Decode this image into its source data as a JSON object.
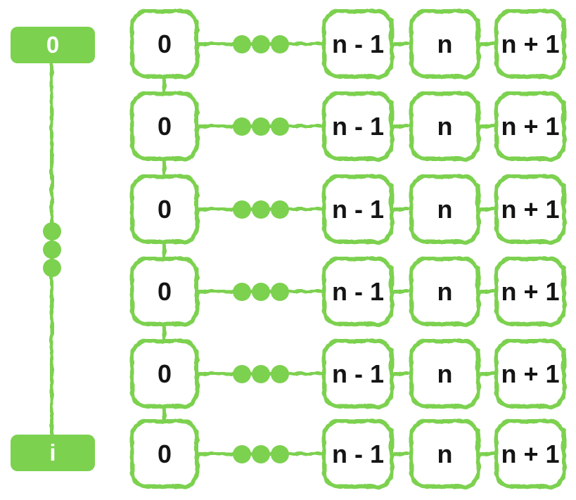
{
  "diagram": {
    "accent_color": "#7cd14f",
    "background_color": "#ffffff",
    "node_text_color": "#141414",
    "left_rail": {
      "top_node_label": "0",
      "bottom_node_label": "i",
      "ellipsis_icon": "vertical-ellipsis"
    },
    "grid": {
      "row_count": 6,
      "ellipsis_icon": "horizontal-ellipsis",
      "rows": [
        {
          "origin_label": "0",
          "cell_labels": [
            "n - 1",
            "n",
            "n + 1"
          ]
        },
        {
          "origin_label": "0",
          "cell_labels": [
            "n - 1",
            "n",
            "n + 1"
          ]
        },
        {
          "origin_label": "0",
          "cell_labels": [
            "n - 1",
            "n",
            "n + 1"
          ]
        },
        {
          "origin_label": "0",
          "cell_labels": [
            "n - 1",
            "n",
            "n + 1"
          ]
        },
        {
          "origin_label": "0",
          "cell_labels": [
            "n - 1",
            "n",
            "n + 1"
          ]
        },
        {
          "origin_label": "0",
          "cell_labels": [
            "n - 1",
            "n",
            "n + 1"
          ]
        }
      ]
    }
  }
}
